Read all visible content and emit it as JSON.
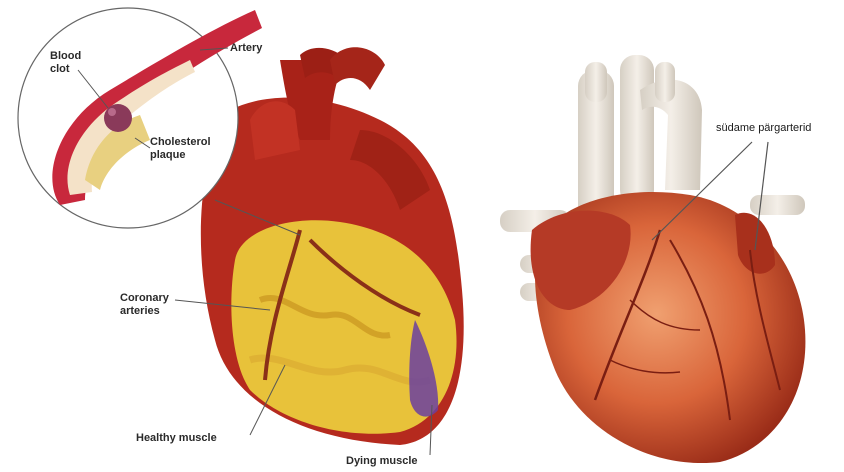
{
  "left_figure": {
    "labels": {
      "blood_clot_line1": "Blood",
      "blood_clot_line2": "clot",
      "artery": "Artery",
      "cholesterol_line1": "Cholesterol",
      "cholesterol_line2": "plaque",
      "coronary_line1": "Coronary",
      "coronary_line2": "arteries",
      "healthy_muscle": "Healthy muscle",
      "dying_muscle": "Dying muscle"
    }
  },
  "right_figure": {
    "labels": {
      "coronary_arteries": "südame pärgarterid"
    }
  },
  "colors": {
    "artery_red": "#c8283c",
    "heart_red": "#b52a1e",
    "muscle_yellow": "#e8c23a",
    "dying_purple": "#6b3fa0",
    "vessel_white": "#ece6de",
    "realistic_heart": "#d9653a"
  }
}
